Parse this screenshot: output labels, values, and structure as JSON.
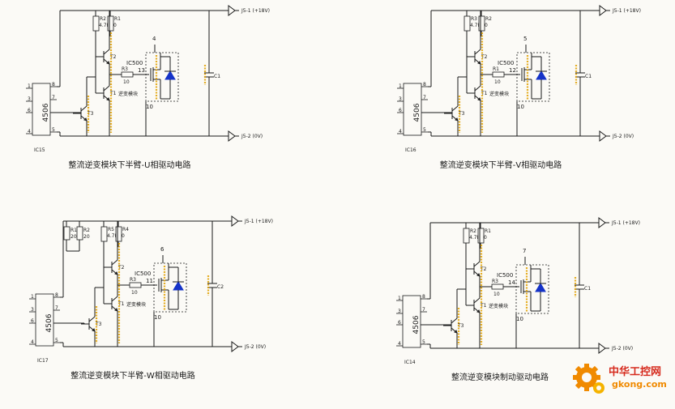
{
  "circuits": [
    {
      "id": "u",
      "ic_chip": "4506",
      "ic_label": "IC15",
      "pins": [
        "1",
        "3",
        "6",
        "4",
        "8",
        "7",
        "5"
      ],
      "rails": {
        "top": "J5-1 (+18V)",
        "bottom": "J5-2 (0V)"
      },
      "resistors": [
        {
          "name": "R2",
          "value": "4.7K"
        },
        {
          "name": "R1",
          "value": "0"
        }
      ],
      "gate_resistor": {
        "name": "R3",
        "value": "10"
      },
      "transistors": [
        "T2",
        "T1",
        "T3"
      ],
      "module": {
        "name": "IC500",
        "label": "逆变模块",
        "gate_pin": "13",
        "top_pin": "4",
        "bottom_pin": "10"
      },
      "capacitor": "C1",
      "caption": "整流逆变模块下半臂-U相驱动电路"
    },
    {
      "id": "v",
      "ic_chip": "4506",
      "ic_label": "IC16",
      "pins": [
        "1",
        "3",
        "6",
        "4",
        "8",
        "7",
        "5"
      ],
      "rails": {
        "top": "J5-1 (+18V)",
        "bottom": "J5-2 (0V)"
      },
      "resistors": [
        {
          "name": "R3",
          "value": "4.7K"
        },
        {
          "name": "R2",
          "value": "0"
        }
      ],
      "gate_resistor": {
        "name": "R1",
        "value": "10"
      },
      "transistors": [
        "T2",
        "T1",
        "T3"
      ],
      "module": {
        "name": "IC500",
        "label": "逆变模块",
        "gate_pin": "12",
        "top_pin": "5",
        "bottom_pin": "10"
      },
      "capacitor": "C1",
      "caption": "整流逆变模块下半臂-V相驱动电路"
    },
    {
      "id": "w",
      "ic_chip": "4506",
      "ic_label": "IC17",
      "pins": [
        "1",
        "3",
        "6",
        "4",
        "8",
        "7",
        "5"
      ],
      "rails": {
        "top": "J5-1 (+18V)",
        "bottom": "J5-2 (0V)"
      },
      "resistors": [
        {
          "name": "R5",
          "value": "4.7K"
        },
        {
          "name": "R4",
          "value": "0"
        }
      ],
      "extra_resistors": [
        {
          "name": "R1",
          "value": "20"
        },
        {
          "name": "R2",
          "value": "20"
        }
      ],
      "gate_resistor": {
        "name": "R3",
        "value": "10"
      },
      "transistors": [
        "T2",
        "T1",
        "T3"
      ],
      "module": {
        "name": "IC500",
        "label": "逆变模块",
        "gate_pin": "11",
        "top_pin": "6",
        "bottom_pin": "10"
      },
      "capacitor": "C2",
      "caption": "整流逆变模块下半臂-W相驱动电路"
    },
    {
      "id": "brake",
      "ic_chip": "4506",
      "ic_label": "IC14",
      "pins": [
        "1",
        "3",
        "6",
        "4",
        "8",
        "7",
        "5"
      ],
      "rails": {
        "top": "J5-1 (+18V)",
        "bottom": "J5-2 (0V)"
      },
      "resistors": [
        {
          "name": "R2",
          "value": "4.7K"
        },
        {
          "name": "R1",
          "value": "0"
        }
      ],
      "gate_resistor": {
        "name": "R3",
        "value": "10"
      },
      "transistors": [
        "T2",
        "T1",
        "T3"
      ],
      "module": {
        "name": "IC500",
        "label": "逆变模块",
        "gate_pin": "14",
        "top_pin": "7",
        "bottom_pin": "10"
      },
      "capacitor": "C1",
      "caption": "整流逆变模块制动驱动电路"
    }
  ],
  "watermark": {
    "title": "中华工控网",
    "url": "gkong.com"
  }
}
